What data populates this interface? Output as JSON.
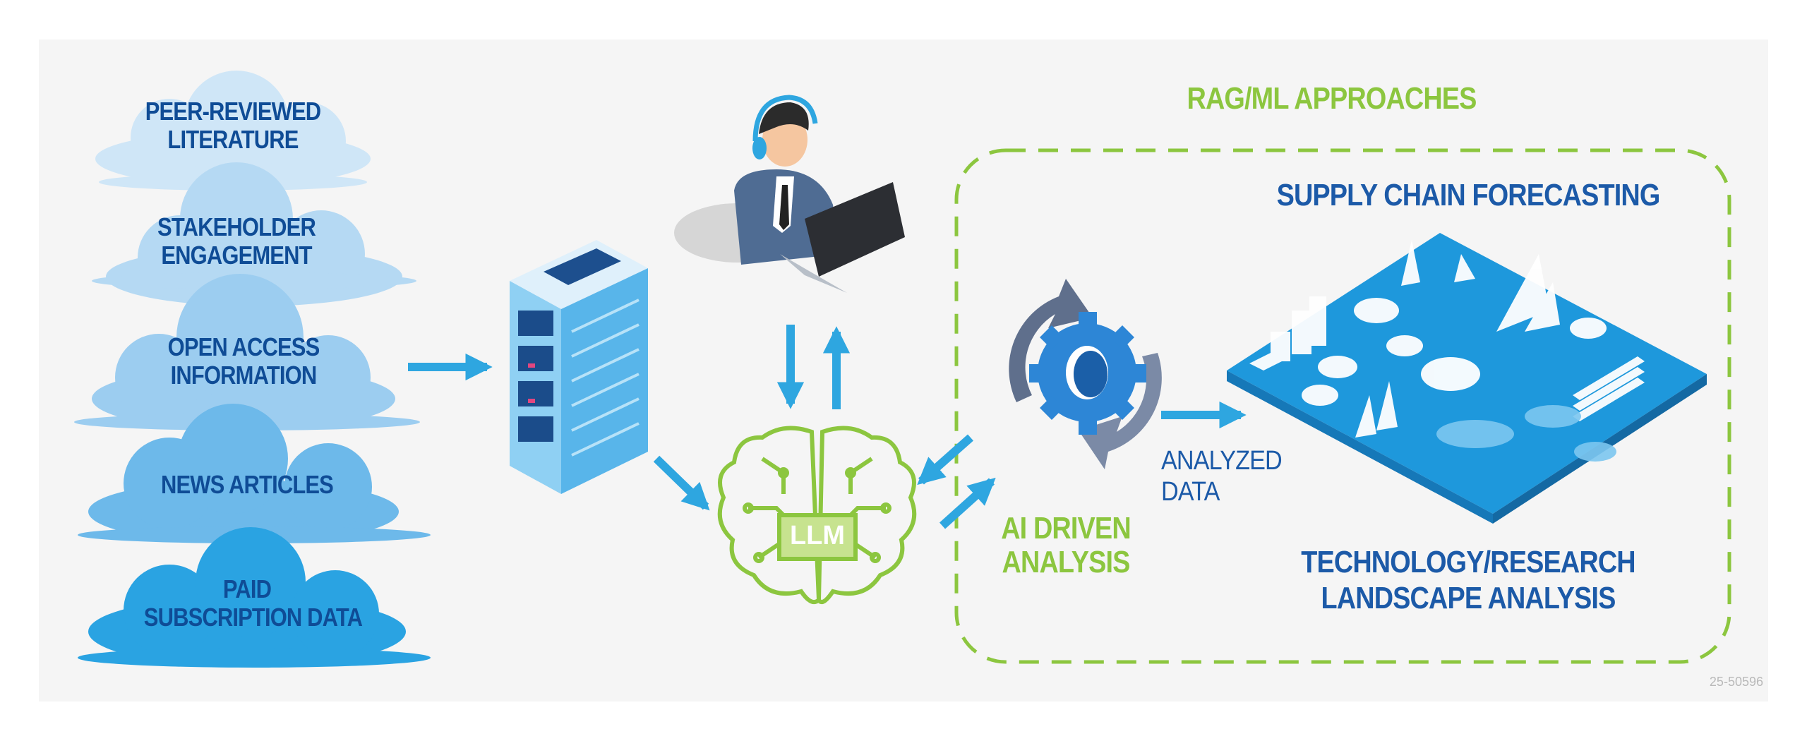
{
  "sources": [
    {
      "label": "PEER-REVIEWED\nLITERATURE"
    },
    {
      "label": "STAKEHOLDER\nENGAGEMENT"
    },
    {
      "label": "OPEN ACCESS\nINFORMATION"
    },
    {
      "label": "NEWS ARTICLES"
    },
    {
      "label": "PAID\nSUBSCRIPTION DATA"
    }
  ],
  "llm": {
    "label": "LLM"
  },
  "rag": {
    "title": "RAG/ML APPROACHES"
  },
  "analysis": {
    "label": "AI DRIVEN\nANALYSIS",
    "output_label": "ANALYZED\nDATA"
  },
  "outputs": {
    "top": "SUPPLY CHAIN FORECASTING",
    "bottom": "TECHNOLOGY/RESEARCH\nLANDSCAPE ANALYSIS"
  },
  "figure_id": "25-50596",
  "colors": {
    "dark_blue": "#1c5aa8",
    "arrow_blue": "#2ea6e0",
    "green": "#8cc63f",
    "gray_bg": "#f5f5f5"
  },
  "icons": [
    "cloud-icon",
    "server-rack-icon",
    "operator-with-laptop-icon",
    "circuit-brain-icon",
    "gear-cycle-icon",
    "isometric-dashboard-icon"
  ]
}
